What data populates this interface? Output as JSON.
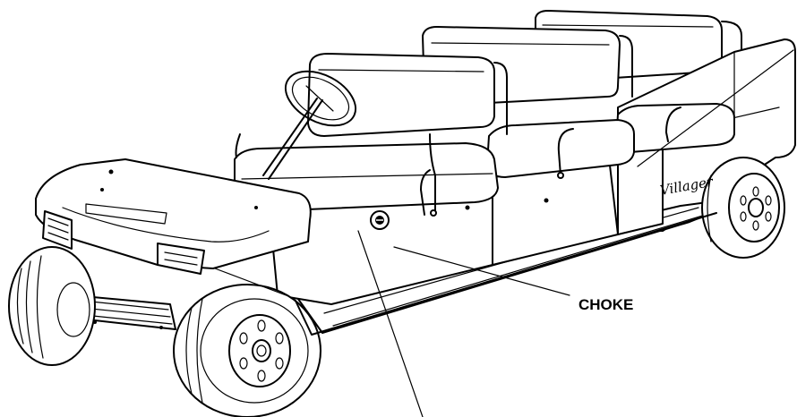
{
  "figure": {
    "subject": "golf-cart-villager",
    "callouts": [
      {
        "id": "choke",
        "label": "CHOKE"
      }
    ],
    "vehicle_badge": "Villager"
  }
}
